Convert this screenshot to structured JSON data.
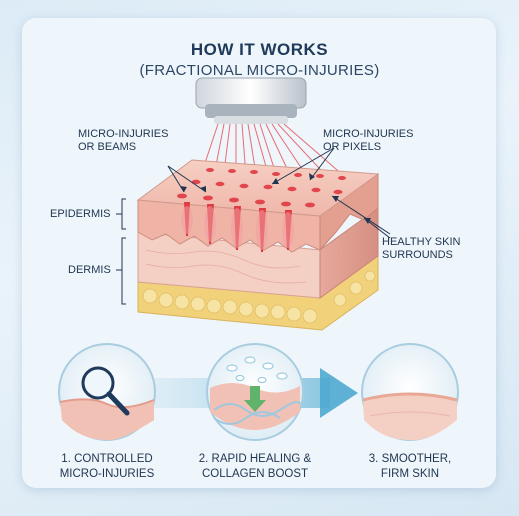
{
  "header": {
    "title": "HOW IT WORKS",
    "subtitle": "(FRACTIONAL MICRO-INJURIES)"
  },
  "labels": {
    "beams": [
      "MICRO-INJURIES",
      "OR BEAMS"
    ],
    "pixels": [
      "MICRO-INJURIES",
      "OR PIXELS"
    ],
    "epidermis": "EPIDERMIS",
    "dermis": "DERMIS",
    "healthy": [
      "HEALTHY SKIN",
      "SURROUNDS"
    ]
  },
  "steps": [
    {
      "lines": [
        "1. CONTROLLED",
        "MICRO-INJURIES"
      ],
      "icon": "magnifier-icon"
    },
    {
      "lines": [
        "2. RAPID HEALING &",
        "COLLAGEN BOOST"
      ],
      "icon": "collagen-icon"
    },
    {
      "lines": [
        "3. SMOOTHER,",
        "FIRM SKIN"
      ],
      "icon": "smooth-skin-icon"
    }
  ],
  "colors": {
    "laser": "#d9323a",
    "skin_top": "#f2c1b6",
    "dermis": "#f4cfc4",
    "fat": "#f1d27a",
    "arrow": "#7cc0dc",
    "text_dark": "#1f3a5a"
  }
}
